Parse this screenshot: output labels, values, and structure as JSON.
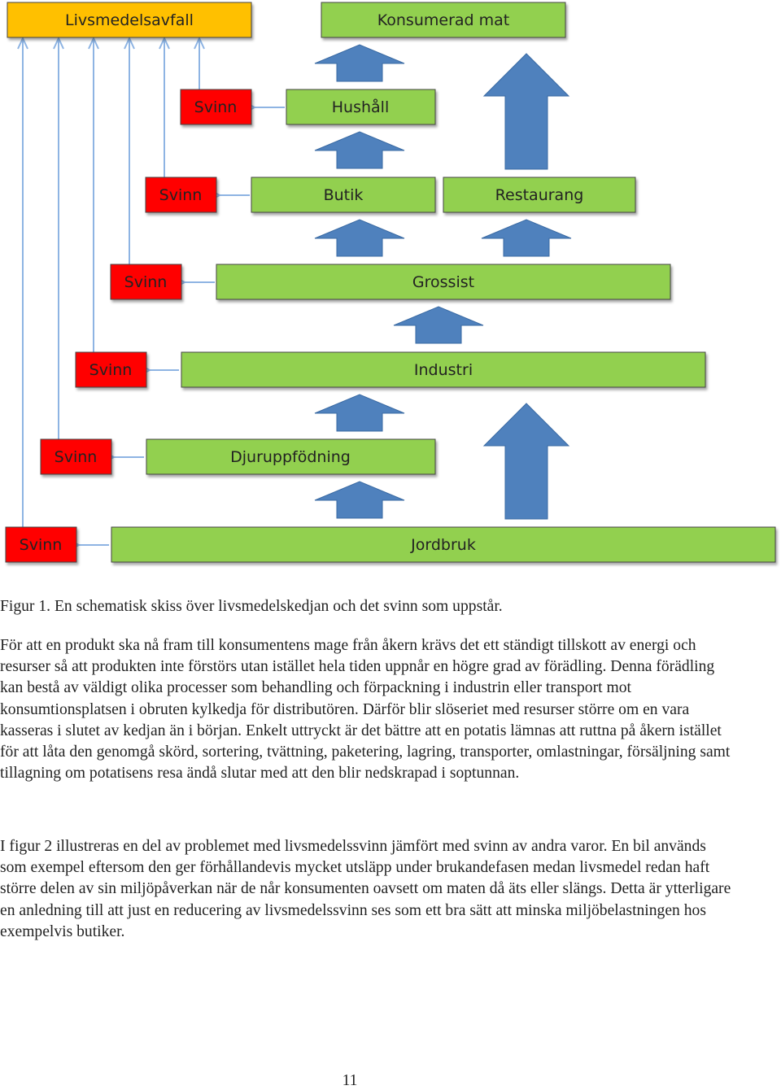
{
  "diagram": {
    "top_left": "Livsmedelsavfall",
    "top_right": "Konsumerad mat",
    "stages": [
      {
        "label": "Hushåll",
        "waste": "Svinn"
      },
      {
        "label": "Butik",
        "waste": "Svinn"
      },
      {
        "label": "Restaurang"
      },
      {
        "label": "Grossist",
        "waste": "Svinn"
      },
      {
        "label": "Industri",
        "waste": "Svinn"
      },
      {
        "label": "Djuruppfödning",
        "waste": "Svinn"
      },
      {
        "label": "Jordbruk",
        "waste": "Svinn"
      }
    ],
    "colors": {
      "green": "#92D050",
      "red": "#FF0000",
      "orange": "#FFC000",
      "blue_arrow": "#4F81BD",
      "line": "#8EB4E3"
    }
  },
  "caption": "Figur 1. En schematisk skiss över livsmedelskedjan och det svinn som uppstår.",
  "paragraphs": [
    "För att en produkt ska nå fram till konsumentens mage från åkern krävs det ett ständigt tillskott av energi och resurser så att produkten inte förstörs utan istället hela tiden uppnår en högre grad av förädling. Denna förädling kan bestå av väldigt olika processer som behandling och förpackning i industrin eller transport mot konsumtionsplatsen i obruten kylkedja för distributören. Därför blir slöseriet med resurser större om en vara kasseras i slutet av kedjan än i början. Enkelt uttryckt är det bättre att en potatis lämnas att ruttna på åkern istället för att låta den genomgå skörd, sortering, tvättning, paketering, lagring, transporter, omlastningar, försäljning samt tillagning om potatisens resa ändå slutar med att den blir nedskrapad i soptunnan.",
    "I figur 2 illustreras en del av problemet med livsmedelssvinn jämfört med svinn av andra varor. En bil används som exempel eftersom den ger förhållandevis mycket utsläpp under brukandefasen medan livsmedel redan haft större delen av sin miljöpåverkan när de når konsumenten oavsett om maten då äts eller slängs. Detta är ytterligare en anledning till att just en reducering av livsmedelssvinn ses som ett bra sätt att minska miljöbelastningen hos exempelvis butiker."
  ],
  "page_number": "11"
}
